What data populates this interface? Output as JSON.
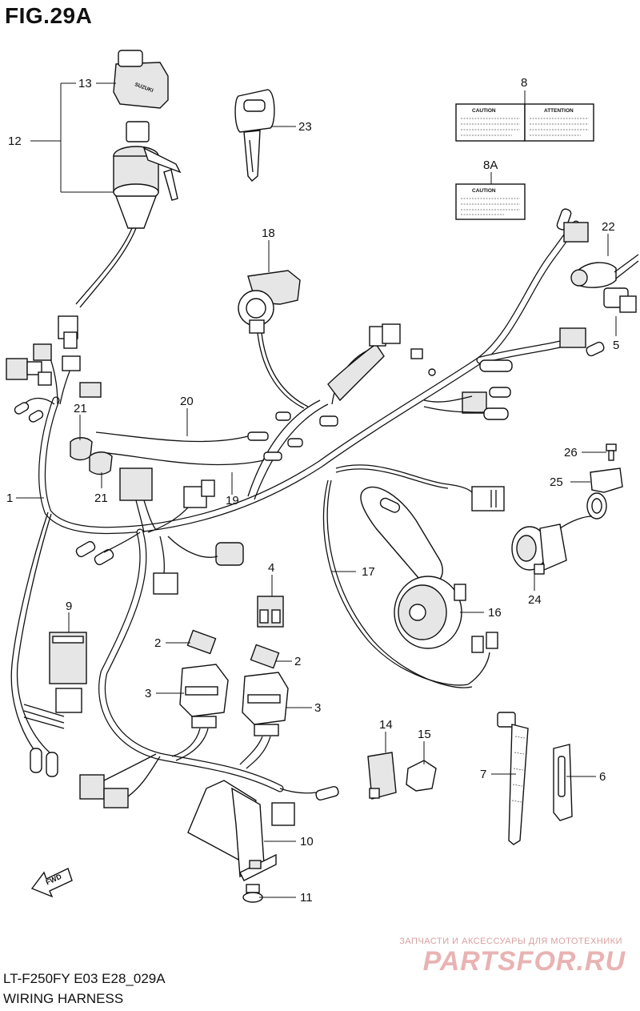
{
  "figure": {
    "title": "FIG.29A",
    "model_code": "LT-F250FY E03 E28_029A",
    "name": "WIRING HARNESS"
  },
  "labels": {
    "caution": "CAUTION",
    "attention": "ATTENTION",
    "fwd": "FWD",
    "brand": "SUZUKI"
  },
  "callouts": [
    {
      "id": "c13",
      "text": "13"
    },
    {
      "id": "c12",
      "text": "12"
    },
    {
      "id": "c23",
      "text": "23"
    },
    {
      "id": "c8",
      "text": "8"
    },
    {
      "id": "c8a",
      "text": "8A"
    },
    {
      "id": "c22",
      "text": "22"
    },
    {
      "id": "c18",
      "text": "18"
    },
    {
      "id": "c5",
      "text": "5"
    },
    {
      "id": "c20",
      "text": "20"
    },
    {
      "id": "c21a",
      "text": "21"
    },
    {
      "id": "c21b",
      "text": "21"
    },
    {
      "id": "c1",
      "text": "1"
    },
    {
      "id": "c19",
      "text": "19"
    },
    {
      "id": "c26",
      "text": "26"
    },
    {
      "id": "c25",
      "text": "25"
    },
    {
      "id": "c17",
      "text": "17"
    },
    {
      "id": "c4",
      "text": "4"
    },
    {
      "id": "c9",
      "text": "9"
    },
    {
      "id": "c24",
      "text": "24"
    },
    {
      "id": "c16",
      "text": "16"
    },
    {
      "id": "c2a",
      "text": "2"
    },
    {
      "id": "c2b",
      "text": "2"
    },
    {
      "id": "c3a",
      "text": "3"
    },
    {
      "id": "c3b",
      "text": "3"
    },
    {
      "id": "c14",
      "text": "14"
    },
    {
      "id": "c15",
      "text": "15"
    },
    {
      "id": "c7",
      "text": "7"
    },
    {
      "id": "c6",
      "text": "6"
    },
    {
      "id": "c10",
      "text": "10"
    },
    {
      "id": "c11",
      "text": "11"
    }
  ],
  "watermark": {
    "subtitle": "ЗАПЧАСТИ И АКСЕССУАРЫ ДЛЯ МОТОТЕХНИКИ",
    "logo": "PARTSFOR.RU"
  }
}
